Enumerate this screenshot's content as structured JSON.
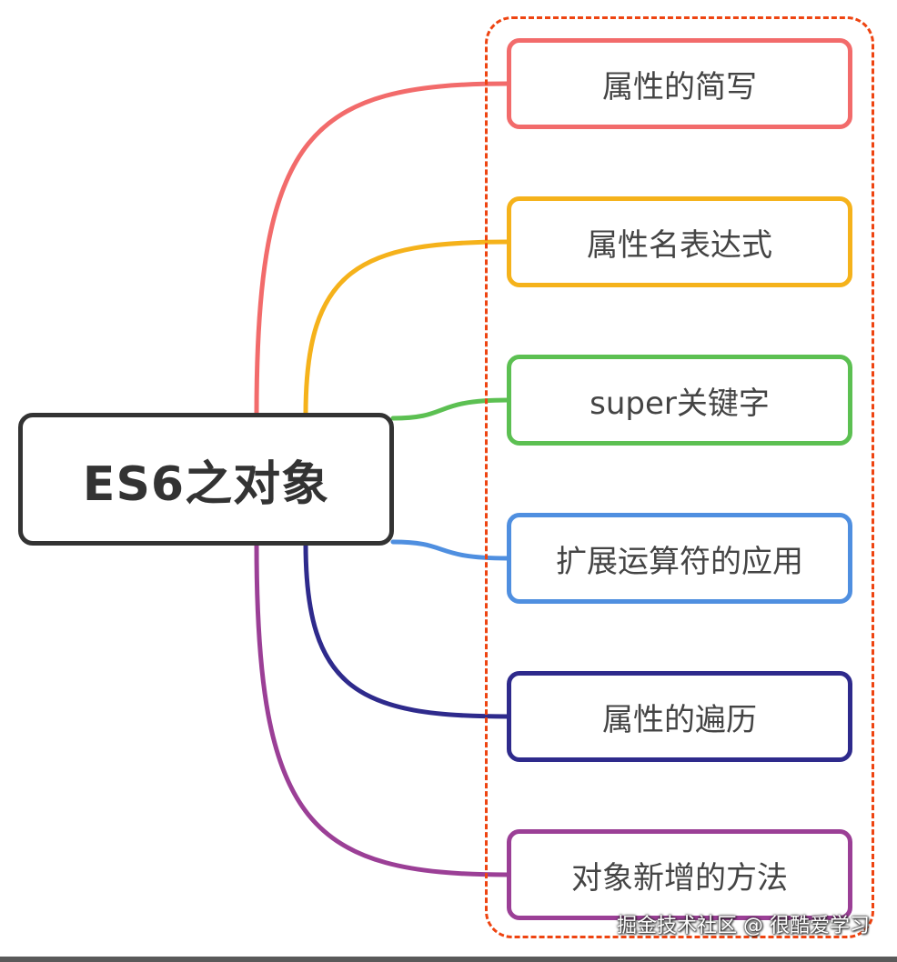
{
  "root": {
    "label": "ES6之对象",
    "border_color": "#333333"
  },
  "children": [
    {
      "label": "属性的简写",
      "color": "#f26b6b"
    },
    {
      "label": "属性名表达式",
      "color": "#f5b21b"
    },
    {
      "label": "super关键字",
      "color": "#5cc052"
    },
    {
      "label": "扩展运算符的应用",
      "color": "#4f8fe0"
    },
    {
      "label": "属性的遍历",
      "color": "#2e2a8c"
    },
    {
      "label": "对象新增的方法",
      "color": "#9b3f96"
    }
  ],
  "group_frame": {
    "color": "#ee4411"
  },
  "watermark": "掘金技术社区 @ 很酷爱学习"
}
